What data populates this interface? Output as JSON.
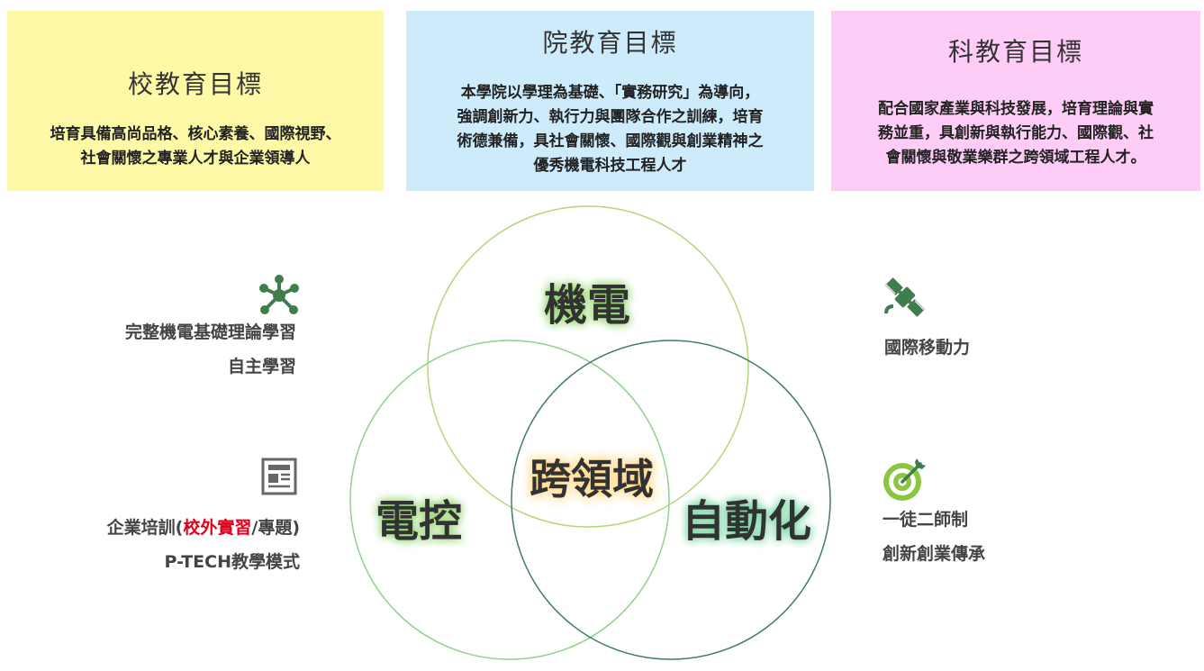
{
  "school_goal": {
    "title": "校教育目標",
    "lines": [
      "培育具備高尚品格、核心素養、國際視野、",
      "社會關懷之專業人才與企業領導人"
    ]
  },
  "college_goal": {
    "title": "院教育目標",
    "lines": [
      "本學院以學理為基礎、「實務研究」為導向，",
      "強調創新力、執行力與團隊合作之訓練，培育",
      "術德兼備，具社會關懷、國際觀與創業精神之",
      "優秀機電科技工程人才"
    ]
  },
  "dept_goal": {
    "title": "科教育目標",
    "lines": [
      "配合國家產業與科技發展，培育理論與實",
      "務並重，具創新與執行能力、國際觀、社",
      "會關懷與敬業樂群之跨領域工程人才。"
    ]
  },
  "venn": {
    "top": "機電",
    "left": "電控",
    "right": "自動化",
    "center": "跨領域"
  },
  "left_top": {
    "icon": "network-nodes-icon",
    "lines": [
      "完整機電基礎理論學習",
      "自主學習"
    ]
  },
  "left_bottom": {
    "icon": "newspaper-icon",
    "line1_prefix": "企業培訓(",
    "line1_highlight": "校外實習",
    "line1_suffix": "/專題)",
    "line2": "P-TECH教學模式"
  },
  "right_top": {
    "icon": "satellite-icon",
    "lines": [
      "國際移動力"
    ]
  },
  "right_bottom": {
    "icon": "target-arrow-icon",
    "lines": [
      "一徒二師制",
      "創新創業傳承"
    ]
  },
  "colors": {
    "school_bg": "#fdf9a6",
    "college_bg": "#cdebfb",
    "dept_bg": "#fdcdf8",
    "icon_green": "#3f7d4a",
    "target_green": "#8cc63f",
    "highlight_red": "#e0001b"
  }
}
